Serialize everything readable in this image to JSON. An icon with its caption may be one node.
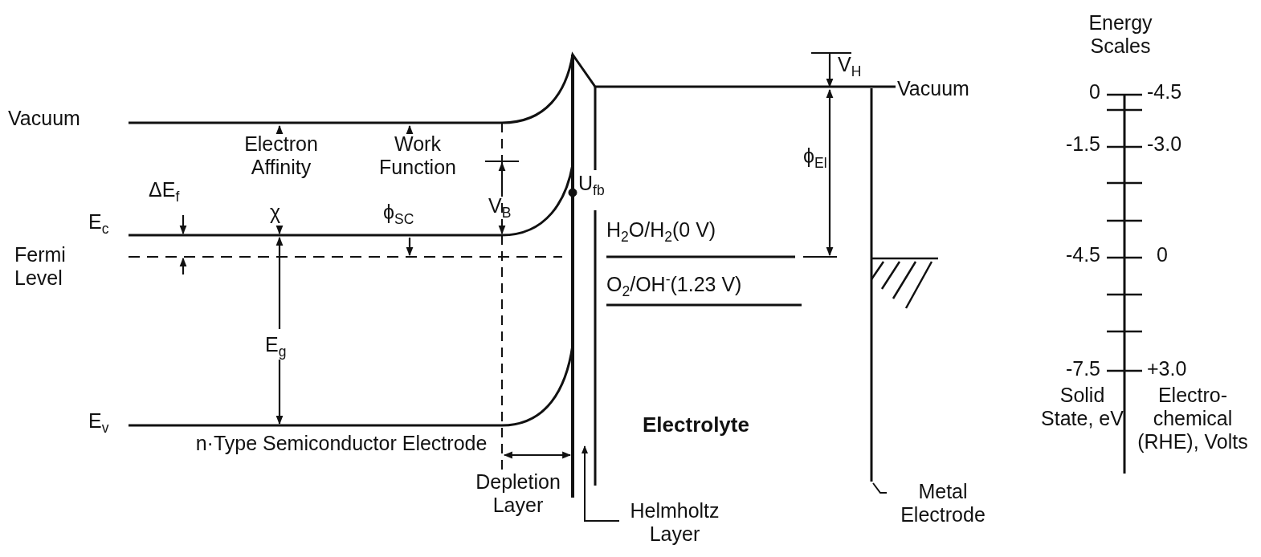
{
  "diagram": {
    "nodes": [
      {
        "text": [
          "Helmholtz Layer"
        ]
      },
      {
        "text": [
          "Metal Electrode"
        ]
      }
    ],
    "edges": [
      {
        "from": 0,
        "to": null,
        "arrow": "to"
      },
      {
        "from": 1,
        "to": null,
        "arrow": "none"
      }
    ],
    "labels": [
      "Energy Scales",
      "V$_{H}$",
      "Vacuum",
      "0",
      "-4.5",
      "Vacuum",
      "Electron Affinity",
      "Work Function",
      "-1.5",
      "-3.0",
      "ϕ$_{El}$",
      "ΔE$_{f}$",
      "χ",
      "ϕ$_{SC}$",
      "V$_{B}$",
      "U$_{fb}$",
      "E$_{c}$",
      "H$_{2}$O/H$_{2}$(0 V)",
      "Fermi Level",
      "-4.5",
      "0",
      "O$_{2}$/OH$^{-}$(1.23 V)",
      "E$_{g}$",
      "-7.5",
      "+3.0",
      "E$_{v}$",
      "Electrolyte",
      "Solid State, eV",
      "Electro- chemical (RHE), Volts",
      "n·Type Semiconductor Electrode",
      "Depletion Layer"
    ]
  }
}
